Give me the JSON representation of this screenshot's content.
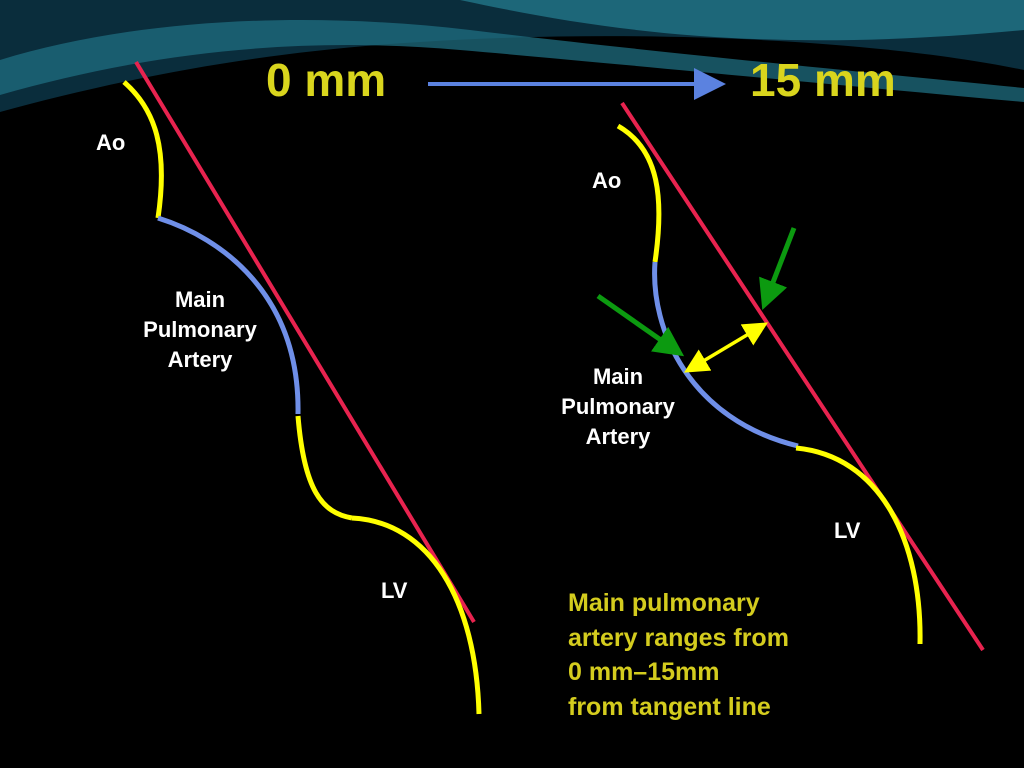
{
  "colors": {
    "background": "#000000",
    "banner_dark": "#0a2d3c",
    "banner_teal": "#1f6e80",
    "heading_text": "#d9d51d",
    "label_text": "#ffffff",
    "note_text": "#d4cc1e",
    "aorta_curve": "#ffff00",
    "pulmonary_curve": "#6f8fe8",
    "ventricle_curve": "#ffff00",
    "tangent_line": "#e8234f",
    "distance_arrow": "#ffff00",
    "pointer_arrows": "#0c9a10",
    "header_arrow": "#5b82e0"
  },
  "header": {
    "from_label": "0 mm",
    "to_label": "15 mm"
  },
  "left_panel": {
    "aorta_label": "Ao",
    "pa_label_lines": [
      "Main",
      "Pulmonary",
      "Artery"
    ],
    "lv_label": "LV"
  },
  "right_panel": {
    "aorta_label": "Ao",
    "pa_label_lines": [
      "Main",
      "Pulmonary",
      "Artery"
    ],
    "lv_label": "LV"
  },
  "note_lines": [
    "Main pulmonary",
    "artery ranges from",
    "0 mm–15mm",
    "from tangent line"
  ]
}
